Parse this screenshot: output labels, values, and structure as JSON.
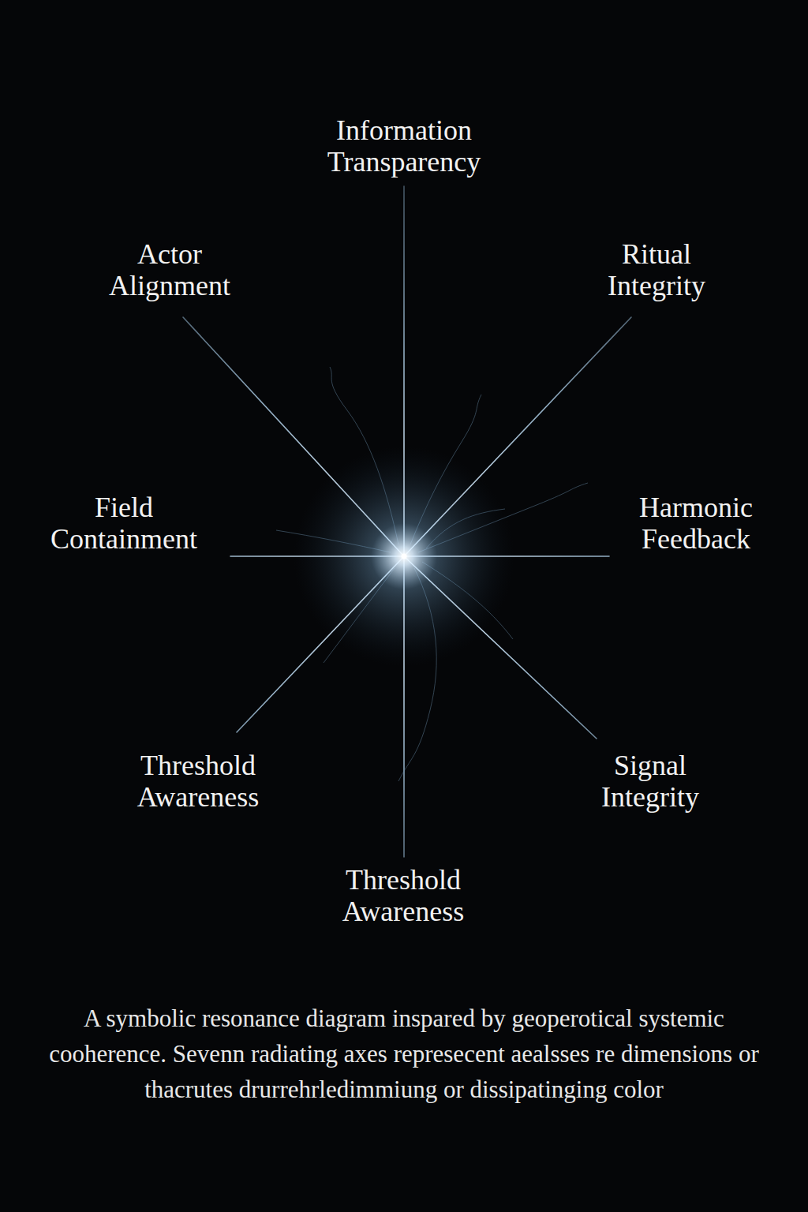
{
  "diagram": {
    "caption": "A symbolic resonance diagram inspared by geoperotical systemic cooherence. Sevenn radiating axes represecent aealsses re dimensions or thacrutes drurrehrledimmiung or dissipatinging color",
    "labels": [
      "Information Transparency",
      "Actor Alignment",
      "Ritual Integrity",
      "Field Containment",
      "Harmonic Feedback",
      "Threshold Awareness",
      "Signal Integrity",
      "Threshold Awareness"
    ]
  }
}
